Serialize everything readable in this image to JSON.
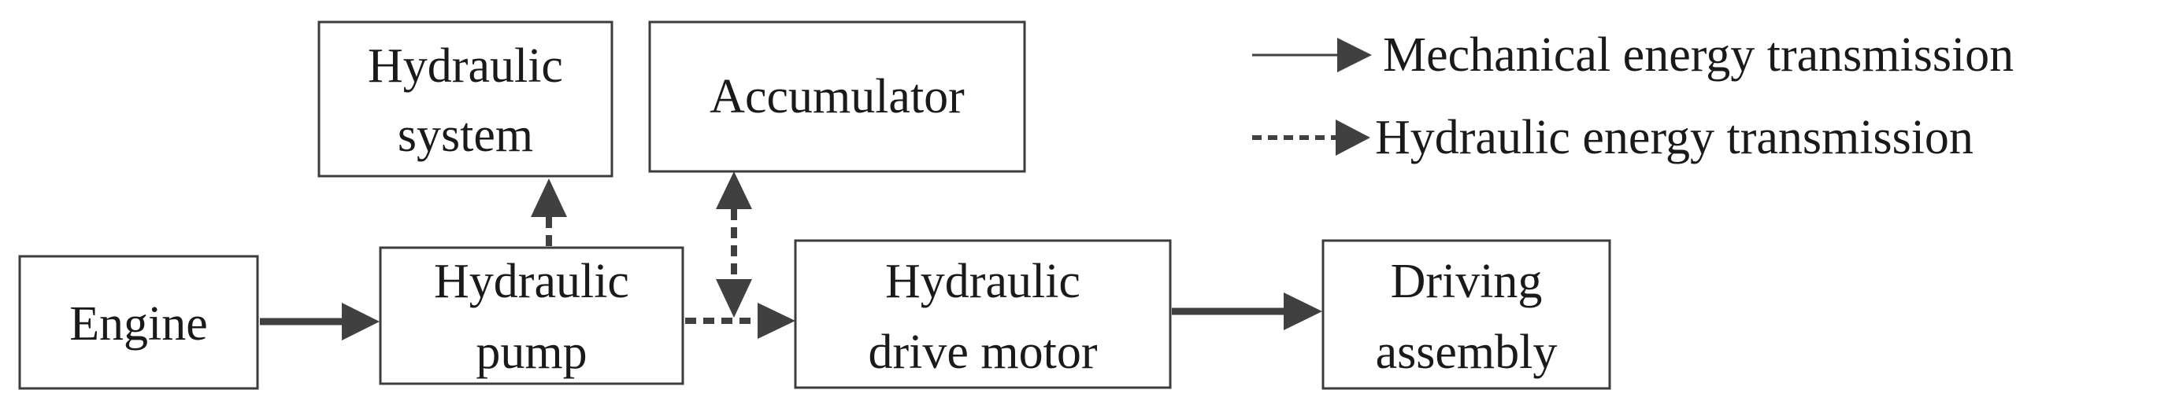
{
  "diagram": {
    "nodes": {
      "hydraulic_system": [
        "Hydraulic",
        "system"
      ],
      "accumulator": [
        "Accumulator"
      ],
      "engine": [
        "Engine"
      ],
      "hydraulic_pump": [
        "Hydraulic",
        "pump"
      ],
      "hydraulic_drive_motor": [
        "Hydraulic",
        "drive motor"
      ],
      "driving_assembly": [
        "Driving",
        "assembly"
      ]
    },
    "legend": {
      "mechanical": "Mechanical energy transmission",
      "hydraulic": "Hydraulic energy transmission"
    },
    "connections": [
      {
        "from": "Engine",
        "to": "Hydraulic pump",
        "type": "mechanical"
      },
      {
        "from": "Hydraulic pump",
        "to": "Hydraulic system",
        "type": "hydraulic"
      },
      {
        "from": "Hydraulic pump",
        "to": "Hydraulic drive motor",
        "type": "hydraulic"
      },
      {
        "from": "Accumulator",
        "to": "Hydraulic drive motor",
        "type": "hydraulic",
        "bidirectional": true
      },
      {
        "from": "Hydraulic drive motor",
        "to": "Driving assembly",
        "type": "mechanical"
      }
    ]
  }
}
